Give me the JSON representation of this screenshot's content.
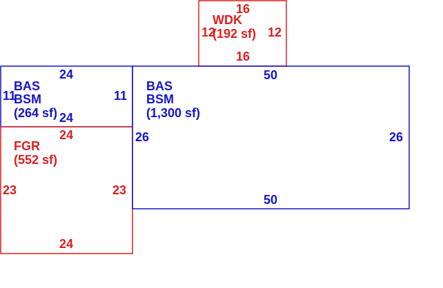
{
  "colors": {
    "blue": "#1414c8",
    "red": "#dc1e1e",
    "background": "#ffffff"
  },
  "areas": {
    "wdk": {
      "code": "WDK",
      "area": "(192 sf)",
      "dims": {
        "top": "16",
        "bottom": "16",
        "left": "12",
        "right": "12"
      }
    },
    "bas_small": {
      "code1": "BAS",
      "code2": "BSM",
      "area": "(264 sf)",
      "dims": {
        "top": "24",
        "bottom": "24",
        "left": "11",
        "right": "11"
      }
    },
    "fgr": {
      "code": "FGR",
      "area": "(552 sf)",
      "dims": {
        "top": "24",
        "bottom": "24",
        "left": "23",
        "right": "23"
      }
    },
    "bas_main": {
      "code1": "BAS",
      "code2": "BSM",
      "area": "(1,300 sf)",
      "dims": {
        "top": "50",
        "bottom": "50",
        "left": "26",
        "right": "26"
      }
    }
  }
}
